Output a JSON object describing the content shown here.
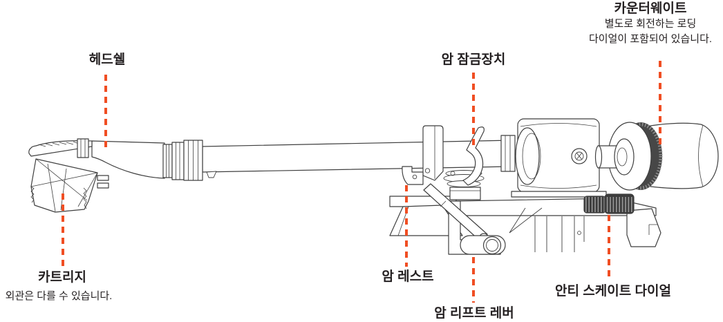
{
  "colors": {
    "label_text": "#231f20",
    "leader_line": "#f04e23",
    "line_art": "#3f3f3f"
  },
  "diagram": {
    "subject": "tonearm-line-drawing",
    "labels": {
      "counterweight": {
        "title": "카운터웨이트",
        "desc_line1": "별도로 회전하는 로딩",
        "desc_line2": "다이얼이 포함되어 있습니다."
      },
      "headshell": {
        "title": "헤드쉘"
      },
      "arm_lock": {
        "title": "암 잠금장치"
      },
      "cartridge": {
        "title": "카트리지",
        "desc_line1": "외관은 다를 수 있습니다."
      },
      "arm_rest": {
        "title": "암 레스트"
      },
      "arm_lift_lever": {
        "title": "암 리프트 레버"
      },
      "anti_skate_dial": {
        "title": "안티 스케이트 다이얼"
      }
    }
  }
}
